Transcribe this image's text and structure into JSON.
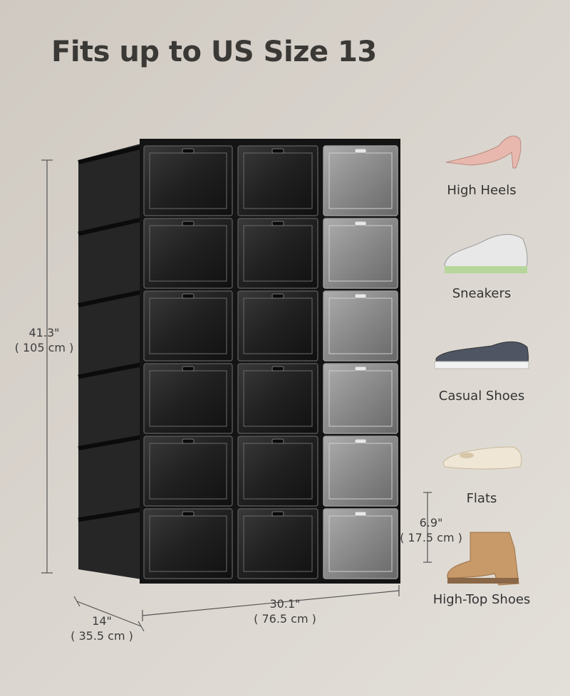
{
  "title": "Fits up to US Size 13",
  "dimensions": {
    "height": {
      "imperial": "41.3\"",
      "metric": "( 105 cm )"
    },
    "width": {
      "imperial": "30.1\"",
      "metric": "( 76.5 cm )"
    },
    "depth": {
      "imperial": "14\"",
      "metric": "( 35.5 cm )"
    },
    "box_height": {
      "imperial": "6.9\"",
      "metric": "( 17.5 cm )"
    }
  },
  "shoes": [
    {
      "label": "High Heels",
      "icon": "high-heel-icon"
    },
    {
      "label": "Sneakers",
      "icon": "sneaker-icon"
    },
    {
      "label": "Casual Shoes",
      "icon": "casual-shoe-icon"
    },
    {
      "label": "Flats",
      "icon": "flat-shoe-icon"
    },
    {
      "label": "High-Top Shoes",
      "icon": "boot-icon"
    }
  ],
  "colors": {
    "frame": "#1a1a1a",
    "background": "#d6d1ca",
    "text": "#3a3936"
  }
}
